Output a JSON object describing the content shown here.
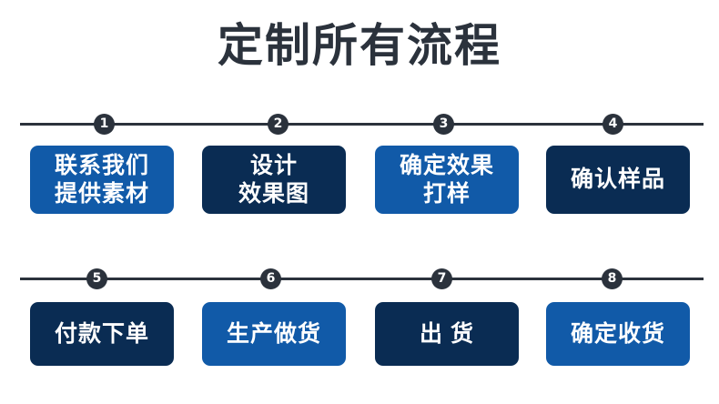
{
  "page": {
    "title": "定制所有流程",
    "background_color": "#ffffff",
    "title_color": "#2b323c"
  },
  "colors": {
    "blue": "#115aa8",
    "navy": "#0a2c53",
    "ink": "#2b323c",
    "text_on_box": "#ffffff"
  },
  "rows": [
    {
      "name": "row-1",
      "steps": [
        {
          "number": "1",
          "style": "blue",
          "line1": "联系我们",
          "line2": "提供素材"
        },
        {
          "number": "2",
          "style": "navy",
          "line1": "设计",
          "line2": "效果图"
        },
        {
          "number": "3",
          "style": "blue",
          "line1": "确定效果",
          "line2": "打样"
        },
        {
          "number": "4",
          "style": "navy",
          "line1": "确认样品",
          "line2": ""
        }
      ]
    },
    {
      "name": "row-2",
      "steps": [
        {
          "number": "5",
          "style": "navy",
          "line1": "付款下单",
          "line2": ""
        },
        {
          "number": "6",
          "style": "blue",
          "line1": "生产做货",
          "line2": ""
        },
        {
          "number": "7",
          "style": "navy",
          "line1": "出 货",
          "line2": ""
        },
        {
          "number": "8",
          "style": "blue",
          "line1": "确定收货",
          "line2": ""
        }
      ]
    }
  ]
}
